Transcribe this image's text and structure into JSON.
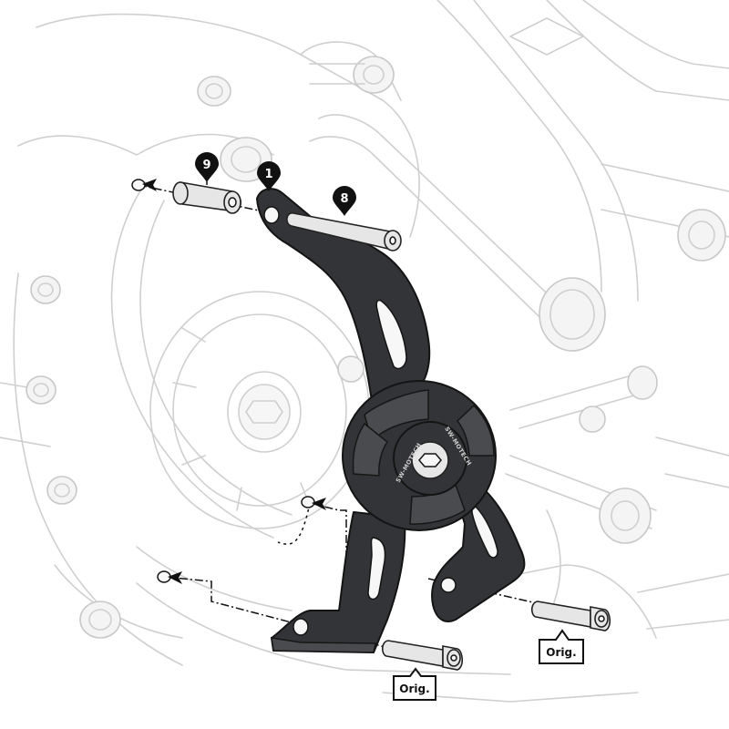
{
  "callouts": {
    "part_9": "9",
    "part_1": "1",
    "part_8": "8"
  },
  "labels": {
    "orig_lower": "Orig.",
    "orig_right": "Orig."
  },
  "slider_brand": {
    "upper": "SW-MOTECH",
    "lower": "SW-MOTECH"
  },
  "colors": {
    "part": "#333437",
    "background_lines": "#cfcfcf",
    "callout_fill": "#111111"
  }
}
